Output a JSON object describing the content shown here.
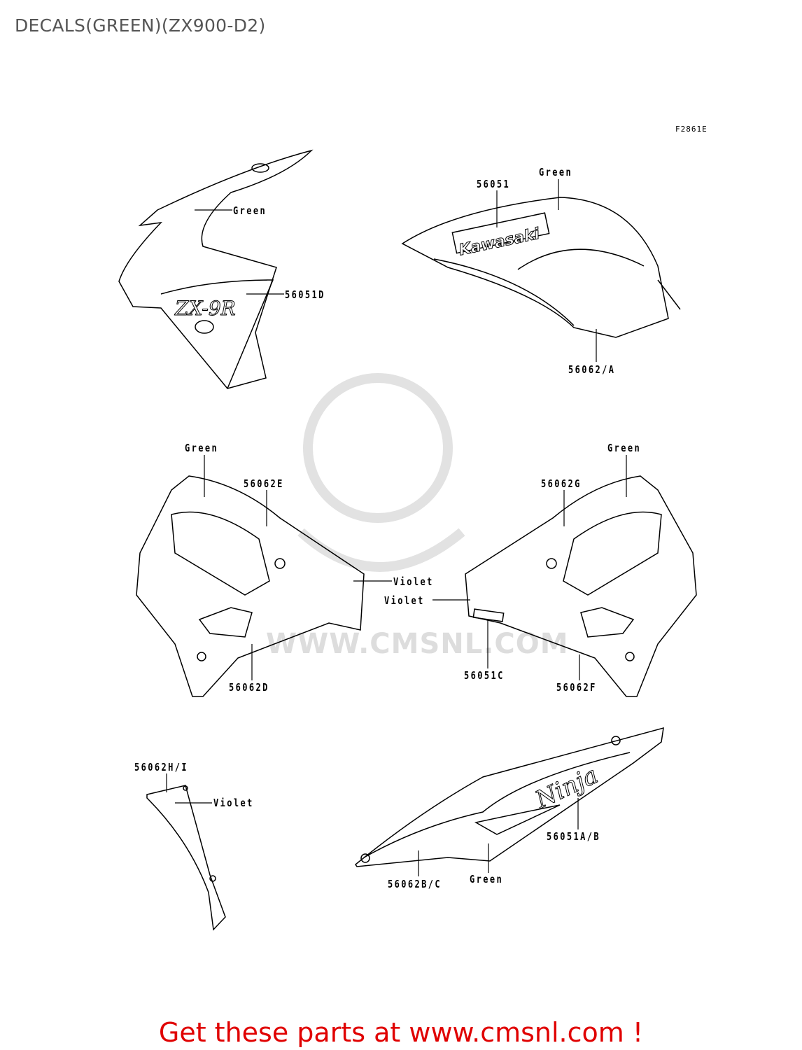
{
  "header": {
    "title": "DECALS(GREEN)(ZX900-D2)",
    "figure_code": "F2861E"
  },
  "callouts": {
    "upper_cowl_green": "Green",
    "upper_cowl_part": "56051D",
    "tank_part": "56051",
    "tank_green": "Green",
    "tank_lower_part": "56062/A",
    "left_cowl_green": "Green",
    "left_cowl_upper_part": "56062E",
    "left_cowl_violet": "Violet",
    "left_cowl_lower_part": "56062D",
    "right_cowl_green": "Green",
    "right_cowl_upper_part": "56062G",
    "right_cowl_violet": "Violet",
    "right_cowl_emblem_part": "56051C",
    "right_cowl_lower_part": "56062F",
    "inner_panel_part": "56062H/I",
    "inner_panel_violet": "Violet",
    "tail_emblem_part": "56051A/B",
    "tail_stripe_part": "56062B/C",
    "tail_green": "Green"
  },
  "logos": {
    "tank": "Kawasaki",
    "upper_cowl": "ZX-9R",
    "tail": "Ninja"
  },
  "watermark": "WWW.CMSNL.COM",
  "footer": {
    "text": "Get these parts at www.cmsnl.com !",
    "color": "#e00000"
  }
}
